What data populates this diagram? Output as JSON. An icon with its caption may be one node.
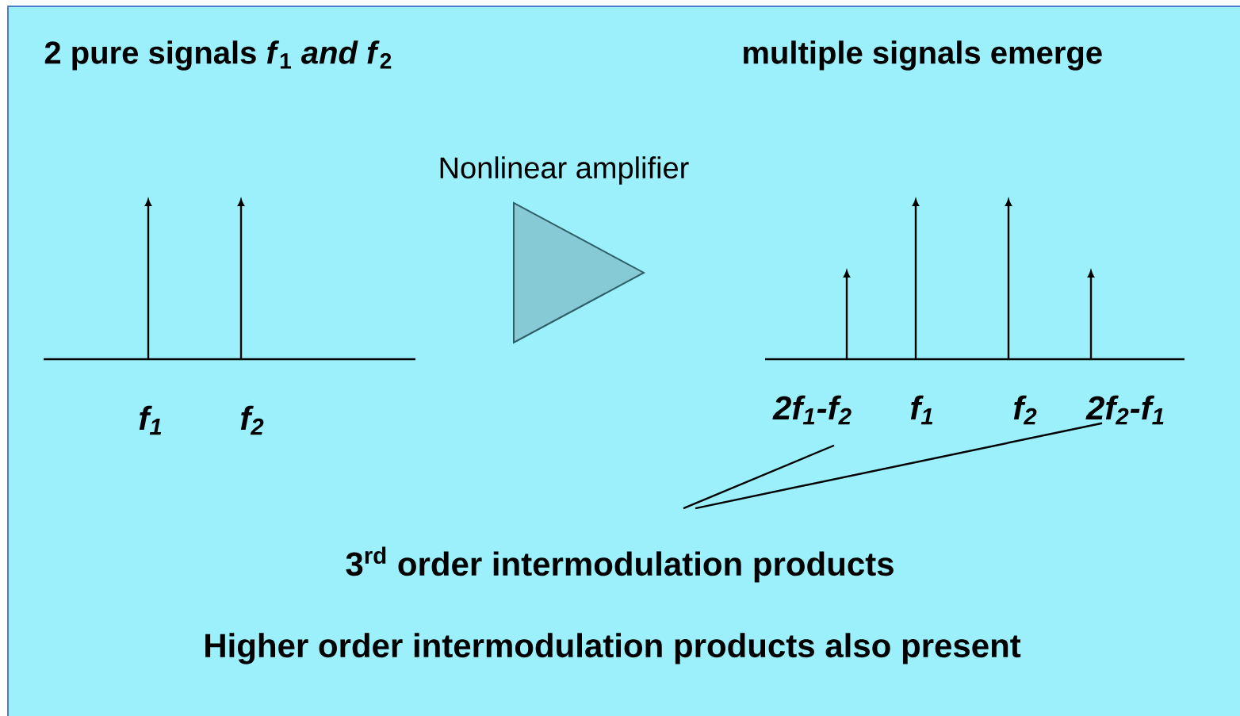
{
  "diagram": {
    "nodes": [
      {
        "text": [
          "Nonlinear amplifier"
        ]
      },
      {
        "text": [
          "3$^{rd}$ order intermodulation products"
        ]
      },
      {
        "text": [
          "2f$_{1}$-f$_{2}$"
        ]
      },
      {
        "text": [
          "2f$_{2}$-f$_{1}$"
        ]
      }
    ],
    "edges": [
      {
        "from": 1,
        "to": 2,
        "arrow": "none"
      },
      {
        "from": 1,
        "to": 3,
        "arrow": "none"
      }
    ],
    "labels": [
      "2 pure signals   *f*$_{1}$ *and f*$_{2}$",
      "multiple signals emerge",
      "f$_{1}$",
      "f$_{2}$",
      "f$_{1}$",
      "f$_{2}$",
      "Higher order intermodulation products also present"
    ]
  }
}
